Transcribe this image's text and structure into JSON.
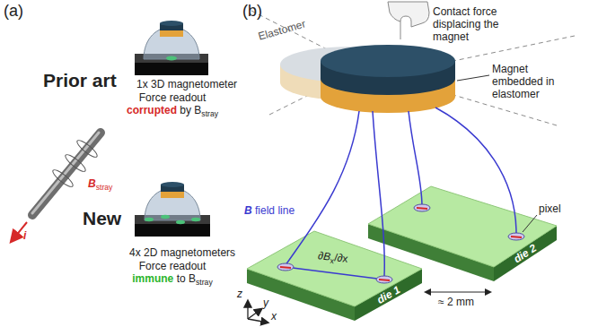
{
  "diagram": {
    "nodes": [
      {
        "text": [
          "die 1"
        ]
      },
      {
        "text": [
          "die 2"
        ]
      }
    ],
    "labels": [
      "(a)",
      "Prior art",
      "1x 3D magnetometer",
      "Force readout",
      "corrupted",
      "by B",
      "stray",
      "B",
      "stray",
      "i",
      "New",
      "4x 2D magnetometers",
      "Force readout",
      "immune",
      "to B",
      "stray",
      "(b)",
      "Contact force displacing the magnet",
      "Elastomer",
      "Magnet embedded in elastomer",
      "B",
      "field line",
      "pixel",
      "∂B",
      "x",
      "/∂x",
      "≈ 2 mm",
      "z",
      "y",
      "x"
    ]
  }
}
